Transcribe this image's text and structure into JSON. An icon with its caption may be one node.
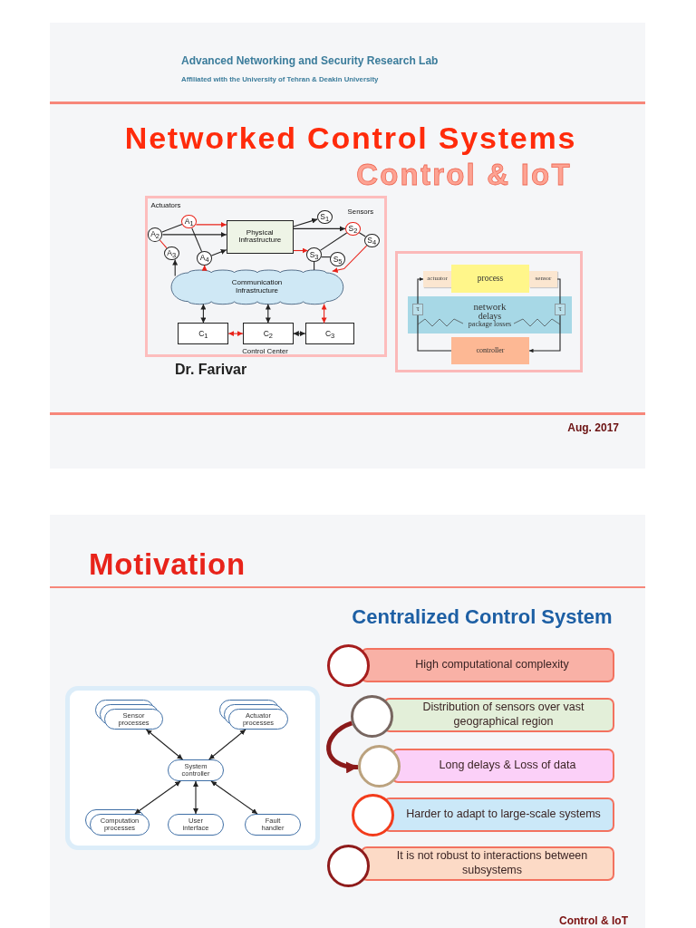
{
  "diagram": {
    "nodes": [
      {
        "text": [
          "A$_{1}$"
        ]
      },
      {
        "text": [
          "A$_{2}$"
        ]
      },
      {
        "text": [
          "A$_{3}$"
        ]
      },
      {
        "text": [
          "A$_{4}$"
        ]
      },
      {
        "text": [
          "Physical Infrastructure"
        ]
      },
      {
        "text": [
          "S$_{1}$"
        ]
      },
      {
        "text": [
          "S$_{2}$"
        ]
      },
      {
        "text": [
          "S$_{3}$"
        ]
      },
      {
        "text": [
          "S$_{4}$"
        ]
      },
      {
        "text": [
          "S$_{5}$"
        ]
      },
      {
        "text": [
          "Communication Infrastructure"
        ]
      },
      {
        "text": [
          "C$_{1}$"
        ]
      },
      {
        "text": [
          "C$_{2}$"
        ]
      },
      {
        "text": [
          "C$_{3}$"
        ]
      },
      {
        "text": [
          "actuator"
        ]
      },
      {
        "text": [
          "process"
        ]
      },
      {
        "text": [
          "sensor"
        ]
      },
      {
        "text": [
          "network",
          "delays",
          "package losses"
        ]
      },
      {
        "text": [
          "τ"
        ],
        "in": 17
      },
      {
        "text": [
          "τ"
        ],
        "in": 17
      },
      {
        "text": [
          "controller"
        ]
      },
      {
        "text": [
          "Sensor processes"
        ]
      },
      {
        "text": [
          "Actuator processes"
        ]
      },
      {
        "text": [
          "System controller"
        ]
      },
      {
        "text": [
          "Computation processes"
        ]
      },
      {
        "text": [
          "User interface"
        ]
      },
      {
        "text": [
          "Fault handler"
        ]
      },
      {
        "text": [],
        "shape": "circle"
      },
      {
        "text": [
          "High computational complexity"
        ]
      },
      {
        "text": [],
        "shape": "circle"
      },
      {
        "text": [
          "Distribution of sensors over vast geographical region"
        ]
      },
      {
        "text": [],
        "shape": "circle"
      },
      {
        "text": [
          "Long delays & Loss of data"
        ]
      },
      {
        "text": [],
        "shape": "circle"
      },
      {
        "text": [
          "Harder to adapt to large-scale systems"
        ]
      },
      {
        "text": [],
        "shape": "circle"
      },
      {
        "text": [
          "It is not robust to interactions between subsystems"
        ]
      }
    ],
    "edges": [
      {
        "from": 0,
        "to": 4,
        "arrow": "to",
        "color": "#e8231a"
      },
      {
        "from": 1,
        "to": 4,
        "arrow": "to"
      },
      {
        "from": 3,
        "to": 4,
        "arrow": "to"
      },
      {
        "from": 1,
        "to": 0,
        "arrow": "none"
      },
      {
        "from": 1,
        "to": 2,
        "arrow": "none",
        "color": "#e8231a"
      },
      {
        "from": 0,
        "to": 3,
        "arrow": "none"
      },
      {
        "from": 10,
        "to": 2,
        "arrow": "to"
      },
      {
        "from": 10,
        "to": 3,
        "arrow": "to",
        "color": "#e8231a"
      },
      {
        "from": 4,
        "to": 5,
        "arrow": "to"
      },
      {
        "from": 4,
        "to": 6,
        "arrow": "to"
      },
      {
        "from": 4,
        "to": 7,
        "arrow": "to",
        "color": "#e8231a"
      },
      {
        "from": 7,
        "to": 6,
        "arrow": "none"
      },
      {
        "from": 6,
        "to": 8,
        "arrow": "none"
      },
      {
        "from": 7,
        "to": 9,
        "arrow": "none"
      },
      {
        "from": 8,
        "to": 10,
        "arrow": "to",
        "color": "#e8231a"
      },
      {
        "from": 7,
        "to": 10,
        "arrow": "none"
      },
      {
        "from": 10,
        "to": 11,
        "arrow": "both"
      },
      {
        "from": 10,
        "to": 12,
        "arrow": "both"
      },
      {
        "from": 10,
        "to": 13,
        "arrow": "both",
        "color": "#e8231a"
      },
      {
        "from": 11,
        "to": 12,
        "arrow": "both",
        "color": "#e8231a"
      },
      {
        "from": 12,
        "to": 13,
        "arrow": "both"
      },
      {
        "from": 16,
        "to": 19,
        "arrow": "none"
      },
      {
        "from": 19,
        "to": 20,
        "arrow": "to"
      },
      {
        "from": 20,
        "to": 18,
        "arrow": "none"
      },
      {
        "from": 18,
        "to": 14,
        "arrow": "to"
      },
      {
        "from": 23,
        "to": 21,
        "arrow": "both"
      },
      {
        "from": 23,
        "to": 22,
        "arrow": "both"
      },
      {
        "from": 23,
        "to": 24,
        "arrow": "both"
      },
      {
        "from": 23,
        "to": 25,
        "arrow": "both"
      },
      {
        "from": 23,
        "to": 26,
        "arrow": "both"
      },
      {
        "from": 29,
        "to": 31,
        "arrow": "to",
        "style": "thick",
        "color": "#8b1a1a"
      }
    ],
    "labels": [
      "Advanced Networking and Security Research Lab",
      "Affiliated with the University of Tehran & Deakin University",
      "Networked Control Systems",
      "Control & IoT",
      "Actuators",
      "Sensors",
      "Control Center",
      "Dr. Farivar",
      "Aug. 2017",
      "Motivation",
      "Centralized Control System",
      "Control & IoT"
    ]
  }
}
